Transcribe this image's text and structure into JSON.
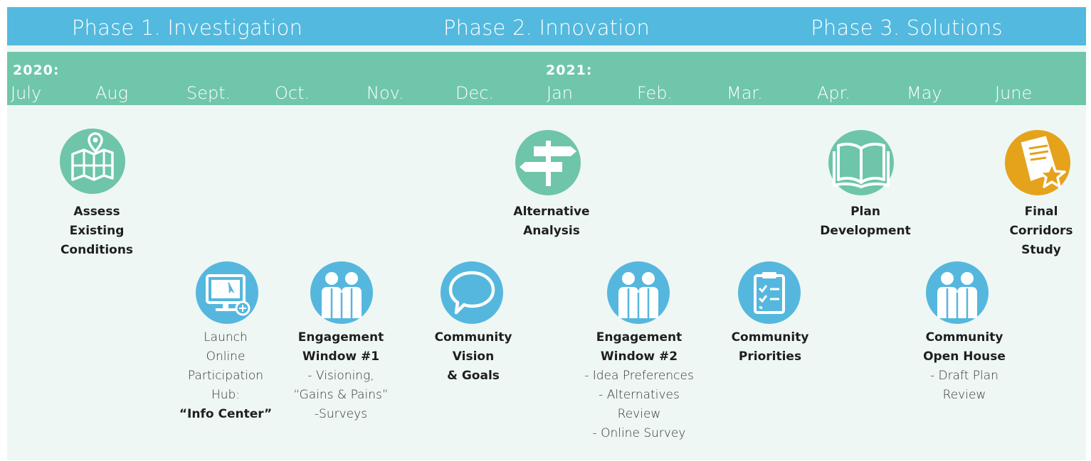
{
  "phases": [
    "Phase 1. Investigation",
    "Phase 2. Innovation",
    "Phase 3. Solutions"
  ],
  "years": [
    "2020:",
    "2021:"
  ],
  "months": [
    "July",
    "Aug",
    "Sept.",
    "Oct.",
    "Nov.",
    "Dec.",
    "Jan",
    "Feb.",
    "Mar.",
    "Apr.",
    "May",
    "June"
  ],
  "colors": {
    "phase_bar": "#53b9de",
    "month_bar": "#70c6ab",
    "panel": "#eef7f4",
    "gold": "#e5a21b"
  },
  "milestones": {
    "assess": {
      "icon": "map-icon",
      "l1": "Assess",
      "l2": "Existing",
      "l3": "Conditions"
    },
    "alternative": {
      "icon": "signpost-icon",
      "l1": "Alternative",
      "l2": "Analysis"
    },
    "plan": {
      "icon": "book-icon",
      "l1": "Plan",
      "l2": "Development"
    },
    "final": {
      "icon": "report-star-icon",
      "l1": "Final",
      "l2": "Corridors",
      "l3": "Study"
    },
    "launch": {
      "icon": "computer-icon",
      "l1": "Launch",
      "l2": "Online",
      "l3": "Participation",
      "l4": "Hub:",
      "l5": "“Info Center”"
    },
    "engagement1": {
      "icon": "people-icon",
      "l1": "Engagement",
      "l2": "Window #1",
      "l3": "- Visioning,",
      "l4": "“Gains & Pains”",
      "l5": "-Surveys"
    },
    "vision": {
      "icon": "speech-bubble-icon",
      "l1": "Community",
      "l2": "Vision",
      "l3": "& Goals"
    },
    "engagement2": {
      "icon": "people-icon",
      "l1": "Engagement",
      "l2": "Window #2",
      "l3": "- Idea Preferences",
      "l4": "- Alternatives",
      "l5": "Review",
      "l6": "- Online Survey"
    },
    "priorities": {
      "icon": "clipboard-icon",
      "l1": "Community",
      "l2": "Priorities"
    },
    "openhouse": {
      "icon": "people-icon",
      "l1": "Community",
      "l2": "Open House",
      "l3": "- Draft Plan",
      "l4": "Review"
    }
  }
}
